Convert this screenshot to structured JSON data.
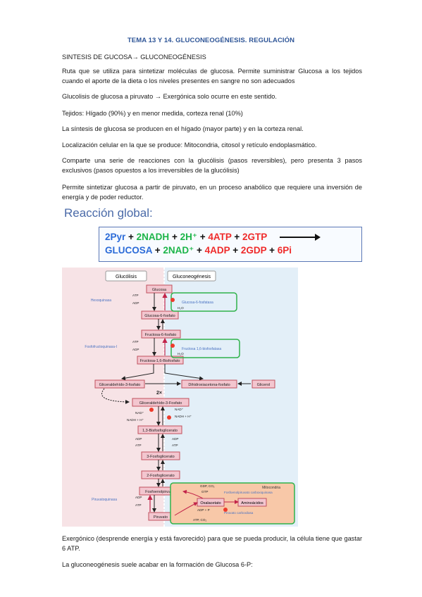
{
  "title": "TEMA 13 Y 14. GLUCONEOGÉNESIS. REGULACIÓN",
  "section_header": "SINTESIS DE GUCOSA→ GLUCONEOGÉNESIS",
  "paragraphs": {
    "p1": "Ruta que se utiliza para sintetizar moléculas de glucosa. Permite suministrar Glucosa a los tejidos cuando el aporte de la dieta o los niveles presentes en sangre no son adecuados",
    "p2": "Glucolisis de glucosa a piruvato → Exergónica solo ocurre en este sentido.",
    "p3": "Tejidos: Hígado (90%) y en menor medida, corteza renal (10%)",
    "p4": "La síntesis de glucosa se producen en el hígado (mayor parte) y en la corteza renal.",
    "p5": "Localización celular en la que se produce: Mitocondria, citosol y retículo endoplasmático.",
    "p6": "Comparte una serie de reacciones con la glucólisis (pasos reversibles), pero presenta 3 pasos exclusivos (pasos opuestos a los irreversibles de la glucólisis)",
    "p7": "Permite sintetizar glucosa a partir de piruvato, en un proceso anabólico que requiere una inversión de energía y de poder reductor.",
    "p8": "Exergónico (desprende energía y está favorecido) para que se pueda producir, la célula tiene que gastar 6 ATP.",
    "p9": "La gluconeogénesis suele acabar en la formación de Glucosa 6-P:"
  },
  "reaction": {
    "heading": "Reacción global:",
    "line1": {
      "pyr": "2Pyr",
      "p1": " + ",
      "nadh": "2NADH",
      "p2": " + ",
      "h": "2H⁺",
      "p3": " + ",
      "atp": "4ATP",
      "p4": " + ",
      "gtp": "2GTP"
    },
    "line2": {
      "glucosa": "GLUCOSA",
      "p1": " + ",
      "nad": "2NAD⁺",
      "p2": " + ",
      "adp": "4ADP",
      "p3": " + ",
      "gdp": "2GDP",
      "p4": " + ",
      "pi": "6Pi"
    }
  },
  "diagram": {
    "header_left": "Glucólisis",
    "header_right": "Gluconeogénesis",
    "metabolites": [
      "Glucosa",
      "Glucosa-6-fosfato",
      "Fructosa-6-fosfato",
      "Fructosa-1,6-Bisfosfato",
      "Gliceraldehído-3-fosfato",
      "Dihidroxiacetona-fosfato",
      "Glicerol",
      "Gliceraldehído-3-Fosfato",
      "1,3-Bisfosfoglicerato",
      "3-Fosfoglicerato",
      "2-Fosfoglicerato",
      "Fosfoenolpiruvato",
      "Oxalacetato",
      "Aminoácidos",
      "Piruvato"
    ],
    "enzymes_left": [
      "Hexoquinasa",
      "Fosfofructoquinasa-I",
      "Piruvatoquinasa"
    ],
    "enzymes_right": [
      "Glucosa-6-fosfatasa",
      "Fructosa 1,6-bisfosfatasa",
      "Fosfoenolpiruvato carboxiquinasa",
      "Piruvato carboxilasa"
    ],
    "mitocondria_label": "Mitocondria",
    "multiplier": "2×",
    "cofactors": {
      "atp": "ATP",
      "adp": "ADP",
      "h2o": "H₂O",
      "nad": "NAD⁺",
      "nadh_h": "NADH + H⁺",
      "gdp_co2": "GDP, CO₂",
      "gtp": "GTP",
      "adp_pi": "ADP + P",
      "atp_co2": "ATP, CO₂",
      "pi": "P"
    },
    "colors": {
      "left_bg": "#f7e3e6",
      "right_bg": "#e3eff8",
      "box_fill": "#f3c6cf",
      "box_stroke": "#c0505d",
      "green": "#2fb24a",
      "enzyme_blue": "#4a72c2",
      "mito_fill": "#f8c8a8",
      "arrow_red": "#c2244a"
    }
  }
}
